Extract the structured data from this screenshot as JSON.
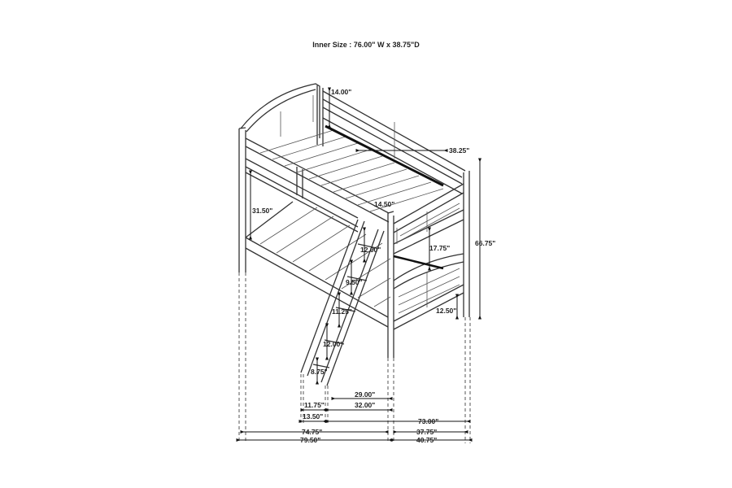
{
  "title": "Inner Size : 76.00\" W x  38.75\"D",
  "dimensions": {
    "top_guard_height": "14.00\"",
    "inner_width_top": "38.25\"",
    "bunk_clearance": "31.50\"",
    "guard_opening": "14.50\"",
    "ladder_step_1": "12.00\"",
    "end_panel_height": "17.75\"",
    "overall_height": "66.75\"",
    "ladder_step_2": "9.50\"",
    "ladder_step_3": "11.25\"",
    "floor_clearance": "12.50\"",
    "ladder_step_4": "12.00\"",
    "ladder_bottom_step": "8.75\"",
    "ladder_offset_inner": "29.00\"",
    "ladder_width": "11.75\"",
    "ladder_offset_outer": "32.00\"",
    "ladder_width_outer": "13.50\"",
    "ladder_projection": "73.00\"",
    "inner_length": "74.75\"",
    "inner_depth": "37.75\"",
    "overall_length": "79.50\"",
    "overall_depth": "40.75\""
  }
}
